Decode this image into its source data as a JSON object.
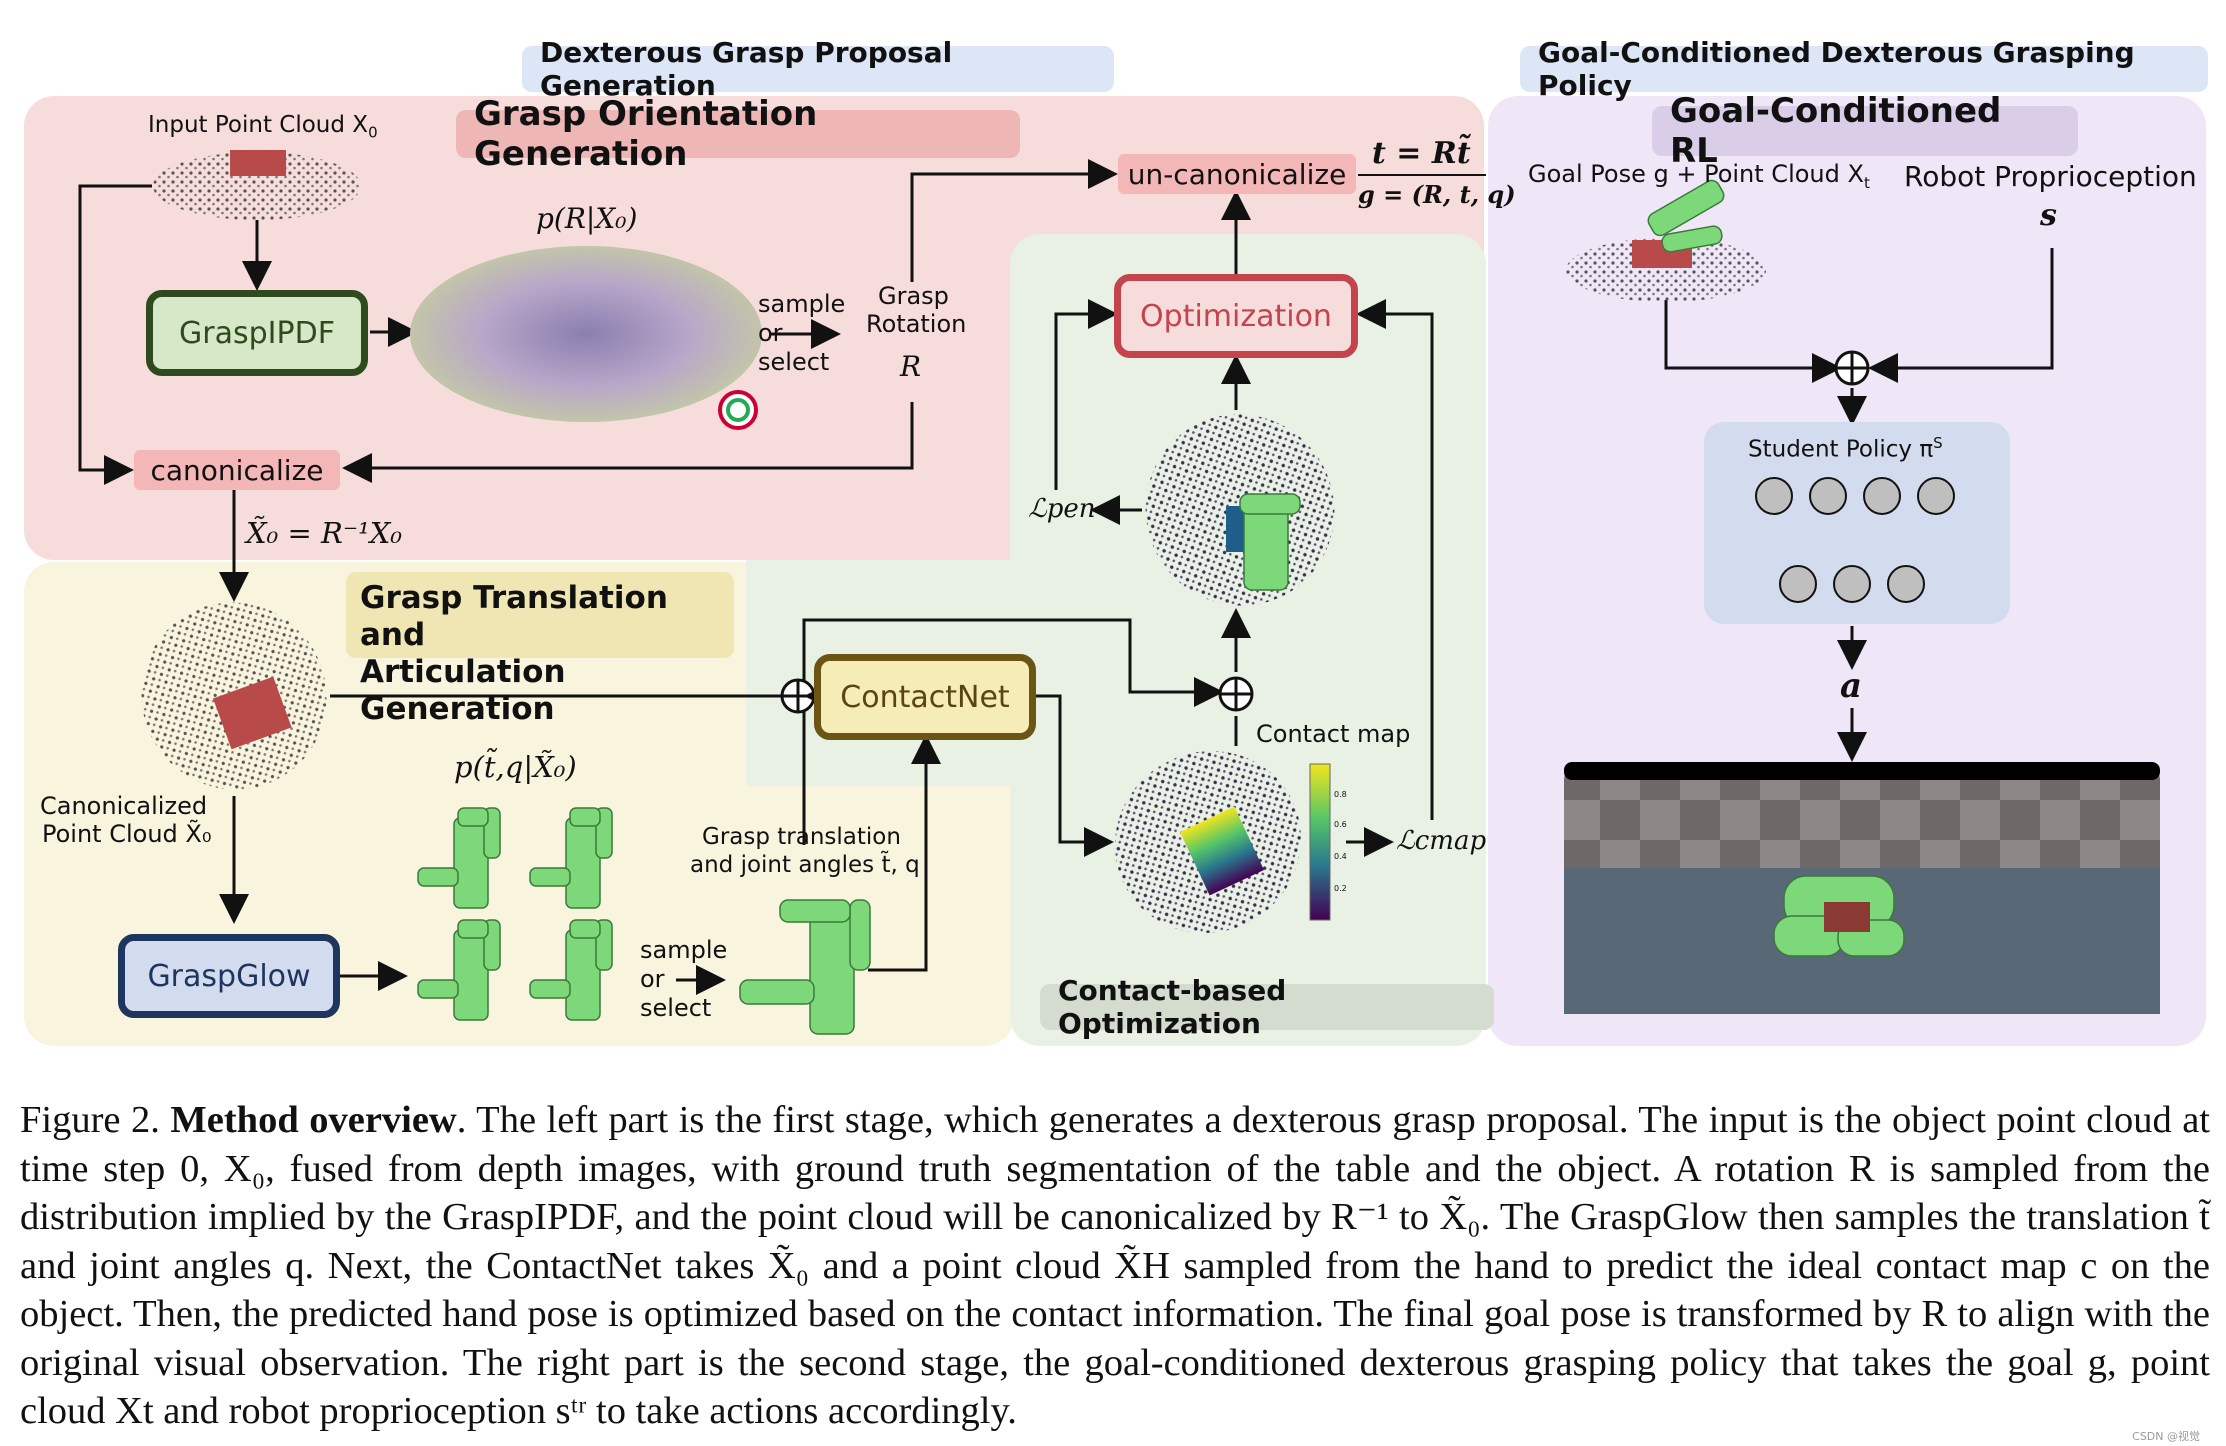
{
  "sections": {
    "left_title": "Dexterous Grasp Proposal Generation",
    "right_title": "Goal-Conditioned Dexterous Grasping Policy"
  },
  "subsections": {
    "orientation": "Grasp Orientation Generation",
    "translation_line1": "Grasp Translation and",
    "translation_line2": "Articulation Generation",
    "contact_opt": "Contact-based Optimization",
    "rl": "Goal-Conditioned RL"
  },
  "modules": {
    "graspipdf": "GraspIPDF",
    "graspglow": "GraspGlow",
    "contactnet": "ContactNet",
    "optimization": "Optimization",
    "canonicalize": "canonicalize",
    "uncanonicalize": "un-canonicalize",
    "student_policy": "Student Policy π",
    "student_policy_sup": "S"
  },
  "labels": {
    "input_pc": "Input Point Cloud X",
    "input_pc_sub": "0",
    "p_r": "p(R|X₀)",
    "sample": "sample",
    "or": "or",
    "select": "select",
    "grasp_rotation_1": "Grasp",
    "grasp_rotation_2": "Rotation",
    "R": "R",
    "x0_tilde_eq": "X̃₀ = R⁻¹X₀",
    "canon_pc_1": "Canonicalized",
    "canon_pc_2": "Point Cloud X̃₀",
    "p_tq": "p(t̃,q|X̃₀)",
    "grasp_trans_1": "Grasp translation",
    "grasp_trans_2": "and joint angles t̃, q",
    "l_pen": "ℒpen",
    "l_cmap": "ℒcmap",
    "contact_map": "Contact map",
    "t_eq": "t = Rt̃",
    "g_eq": "g = (R, t, q)",
    "goal_pose": "Goal Pose g + Point Cloud X",
    "goal_pose_sub": "t",
    "robot_proprio": "Robot Proprioception",
    "s_t": "s",
    "a_t": "a"
  },
  "colorbar_ticks": [
    "0.8",
    "0.6",
    "0.4",
    "0.2"
  ],
  "colors": {
    "orientation_bg": "#f7dcdc",
    "translation_bg": "#f9f4dd",
    "contact_bg": "#e8f1e4",
    "rl_bg": "#efe6f7",
    "graspipdf_border": "#2f4a1c",
    "graspglow_border": "#1e355e",
    "contactnet_border": "#6b5514",
    "optimization_border": "#c4444d",
    "hand_green": "#7dd87a"
  },
  "caption": {
    "fig_label": "Figure 2.",
    "bold": "Method overview",
    "text": ". The left part is the first stage, which generates a dexterous grasp proposal. The input is the object point cloud at time step 0, X₀, fused from depth images, with ground truth segmentation of the table and the object. A rotation R is sampled from the distribution implied by the GraspIPDF, and the point cloud will be canonicalized by R⁻¹ to X̃₀. The GraspGlow then samples the translation t̃ and joint angles q. Next, the ContactNet takes X̃₀ and a point cloud X̃H sampled from the hand to predict the ideal contact map c on the object. Then, the predicted hand pose is optimized based on the contact information. The final goal pose is transformed by R to align with the original visual observation. The right part is the second stage, the goal-conditioned dexterous grasping policy that takes the goal g, point cloud Xt and robot proprioception sᵗʳ to take actions accordingly."
  },
  "watermark": "CSDN @视觉"
}
